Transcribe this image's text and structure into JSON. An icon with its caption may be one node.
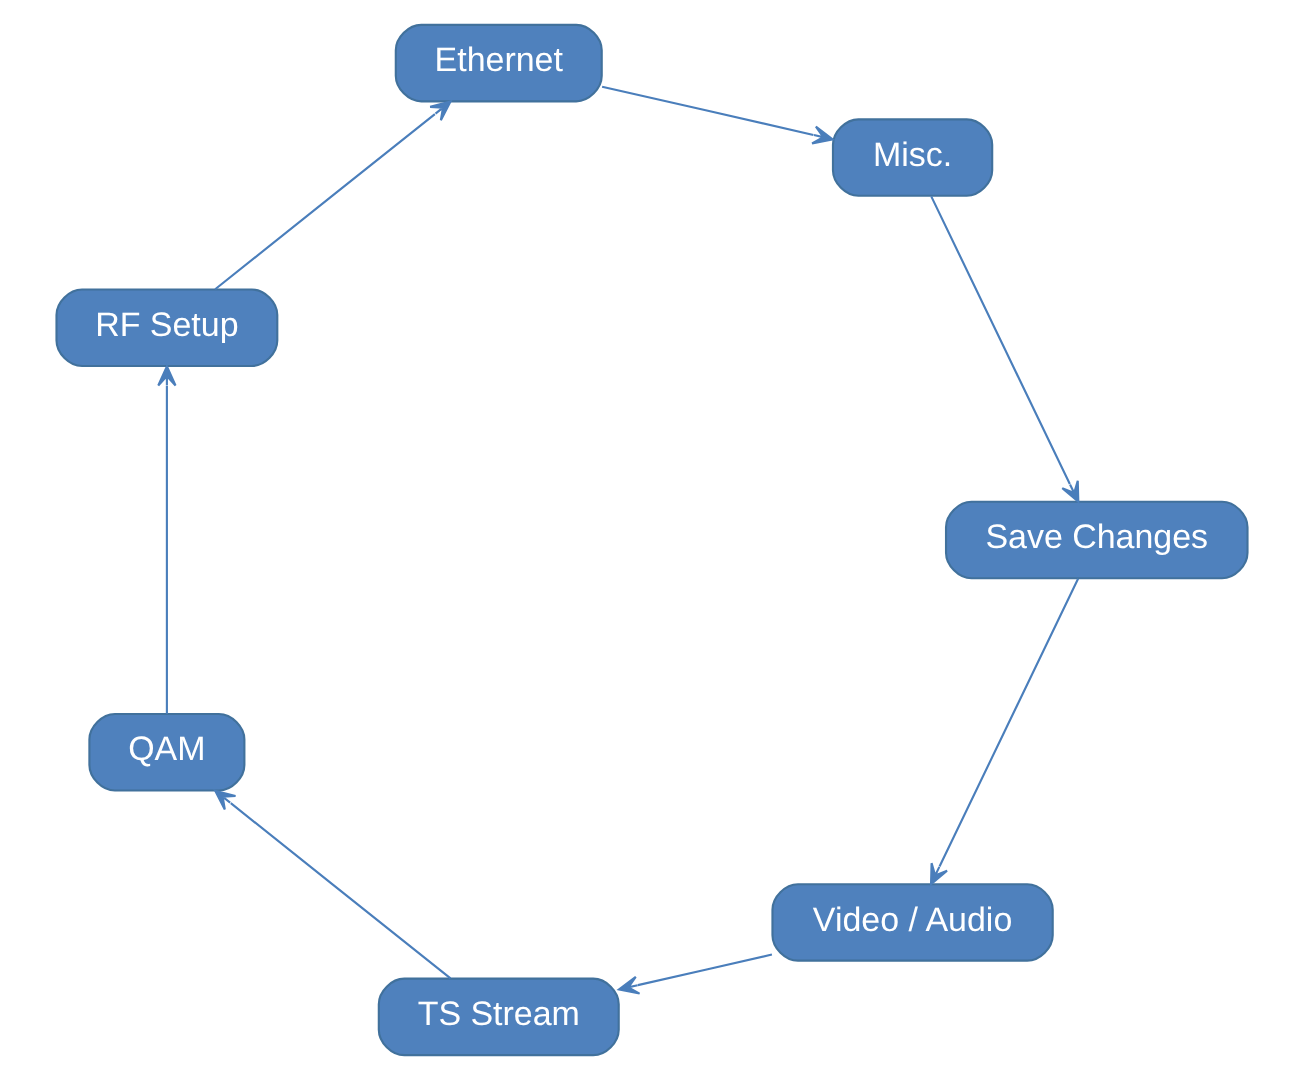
{
  "diagram": {
    "nodes": [
      {
        "text": [
          "Video / Audio"
        ]
      },
      {
        "text": [
          "TS Stream"
        ]
      },
      {
        "text": [
          "QAM"
        ]
      },
      {
        "text": [
          "RF Setup"
        ]
      },
      {
        "text": [
          "Ethernet"
        ]
      },
      {
        "text": [
          "Misc."
        ]
      },
      {
        "text": [
          "Save Changes"
        ]
      }
    ],
    "edges": [
      {
        "from": 0,
        "to": 1,
        "arrow": "to"
      },
      {
        "from": 1,
        "to": 2,
        "arrow": "to"
      },
      {
        "from": 2,
        "to": 3,
        "arrow": "to"
      },
      {
        "from": 3,
        "to": 4,
        "arrow": "to"
      },
      {
        "from": 4,
        "to": 5,
        "arrow": "to"
      },
      {
        "from": 5,
        "to": 6,
        "arrow": "to"
      },
      {
        "from": 6,
        "to": 0,
        "arrow": "to"
      }
    ]
  }
}
